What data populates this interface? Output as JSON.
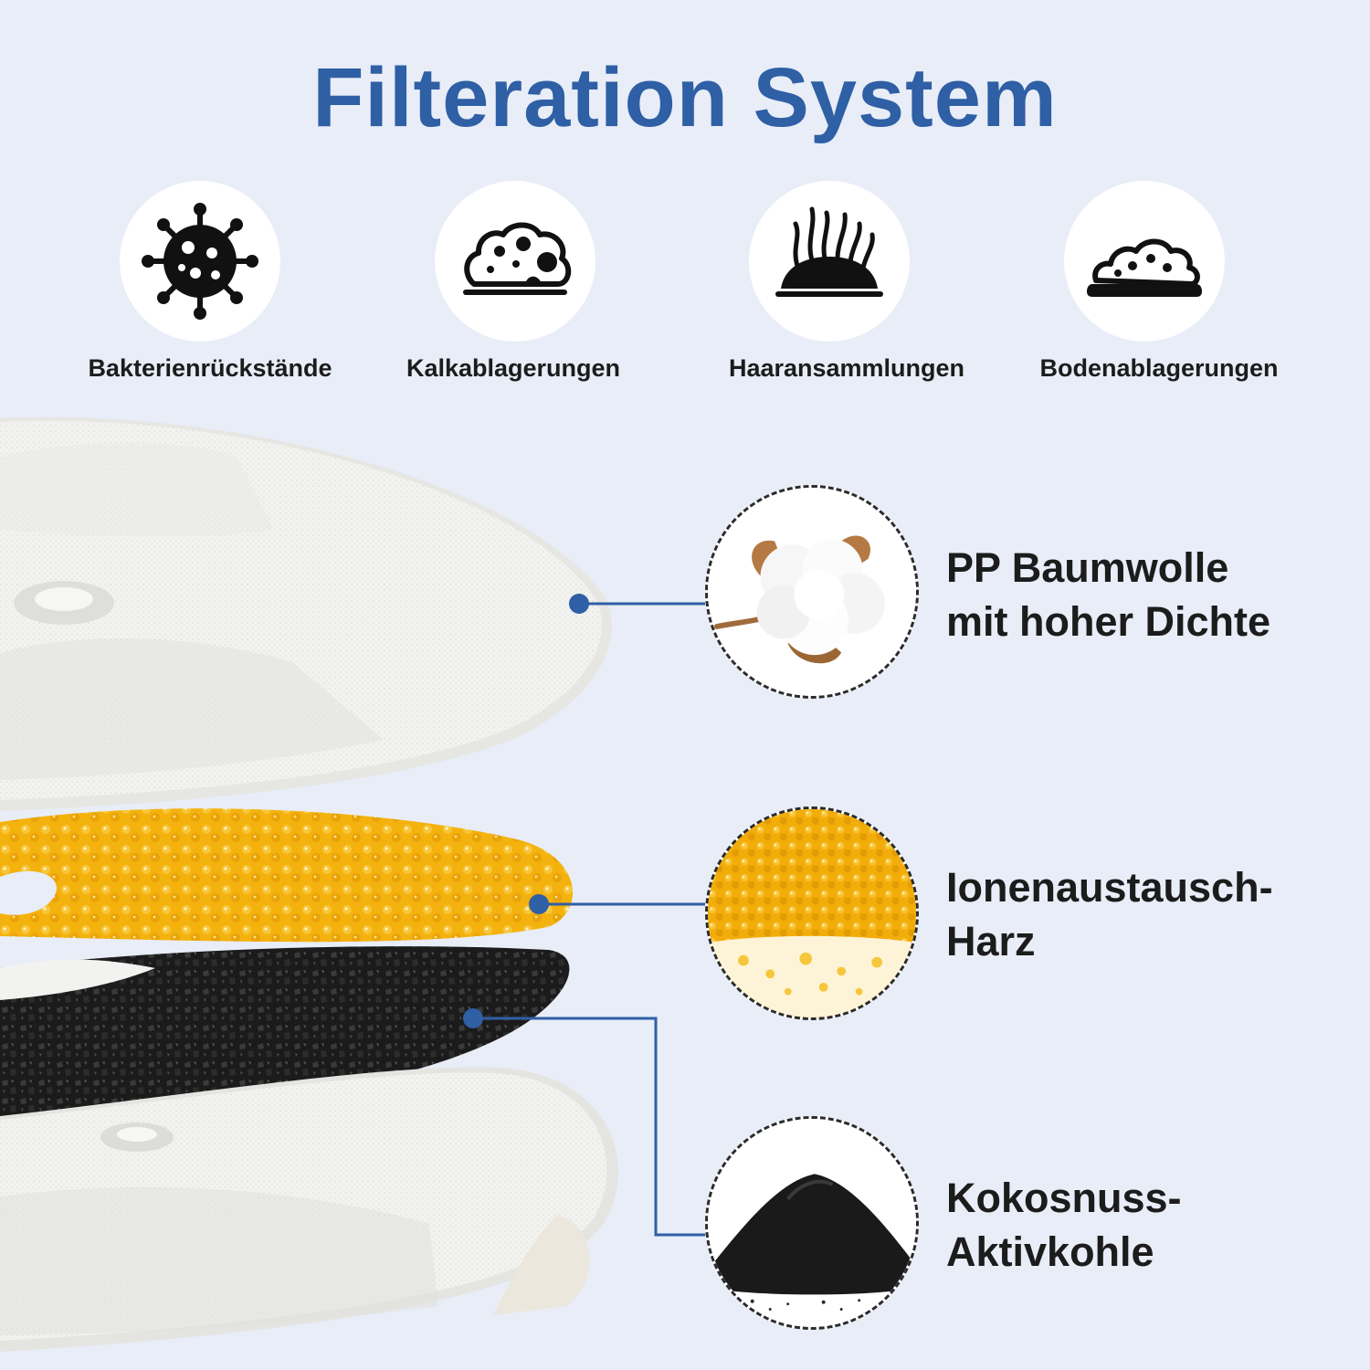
{
  "header": {
    "title": "Filteration System"
  },
  "contaminants": [
    {
      "label": "Bakterienrückstände",
      "icon": "bacteria-icon"
    },
    {
      "label": "Kalkablagerungen",
      "icon": "limescale-icon"
    },
    {
      "label": "Haaransammlungen",
      "icon": "hair-icon"
    },
    {
      "label": "Bodenablagerungen",
      "icon": "sediment-icon"
    }
  ],
  "layers": [
    {
      "line1": "PP Baumwolle",
      "line2": "mit hoher Dichte",
      "sample_icon": "cotton-icon"
    },
    {
      "line1": "Ionenaustausch-",
      "line2": "Harz",
      "sample_icon": "resin-beads-icon"
    },
    {
      "line1": "Kokosnuss-",
      "line2": "Aktivkohle",
      "sample_icon": "charcoal-pile-icon"
    }
  ],
  "colors": {
    "background": "#e8edf7",
    "title": "#2f5fa5",
    "connector": "#2f5fa5",
    "resin": "#f5b50f",
    "carbon": "#1e1e1e",
    "filter": "#f1f1ef"
  }
}
